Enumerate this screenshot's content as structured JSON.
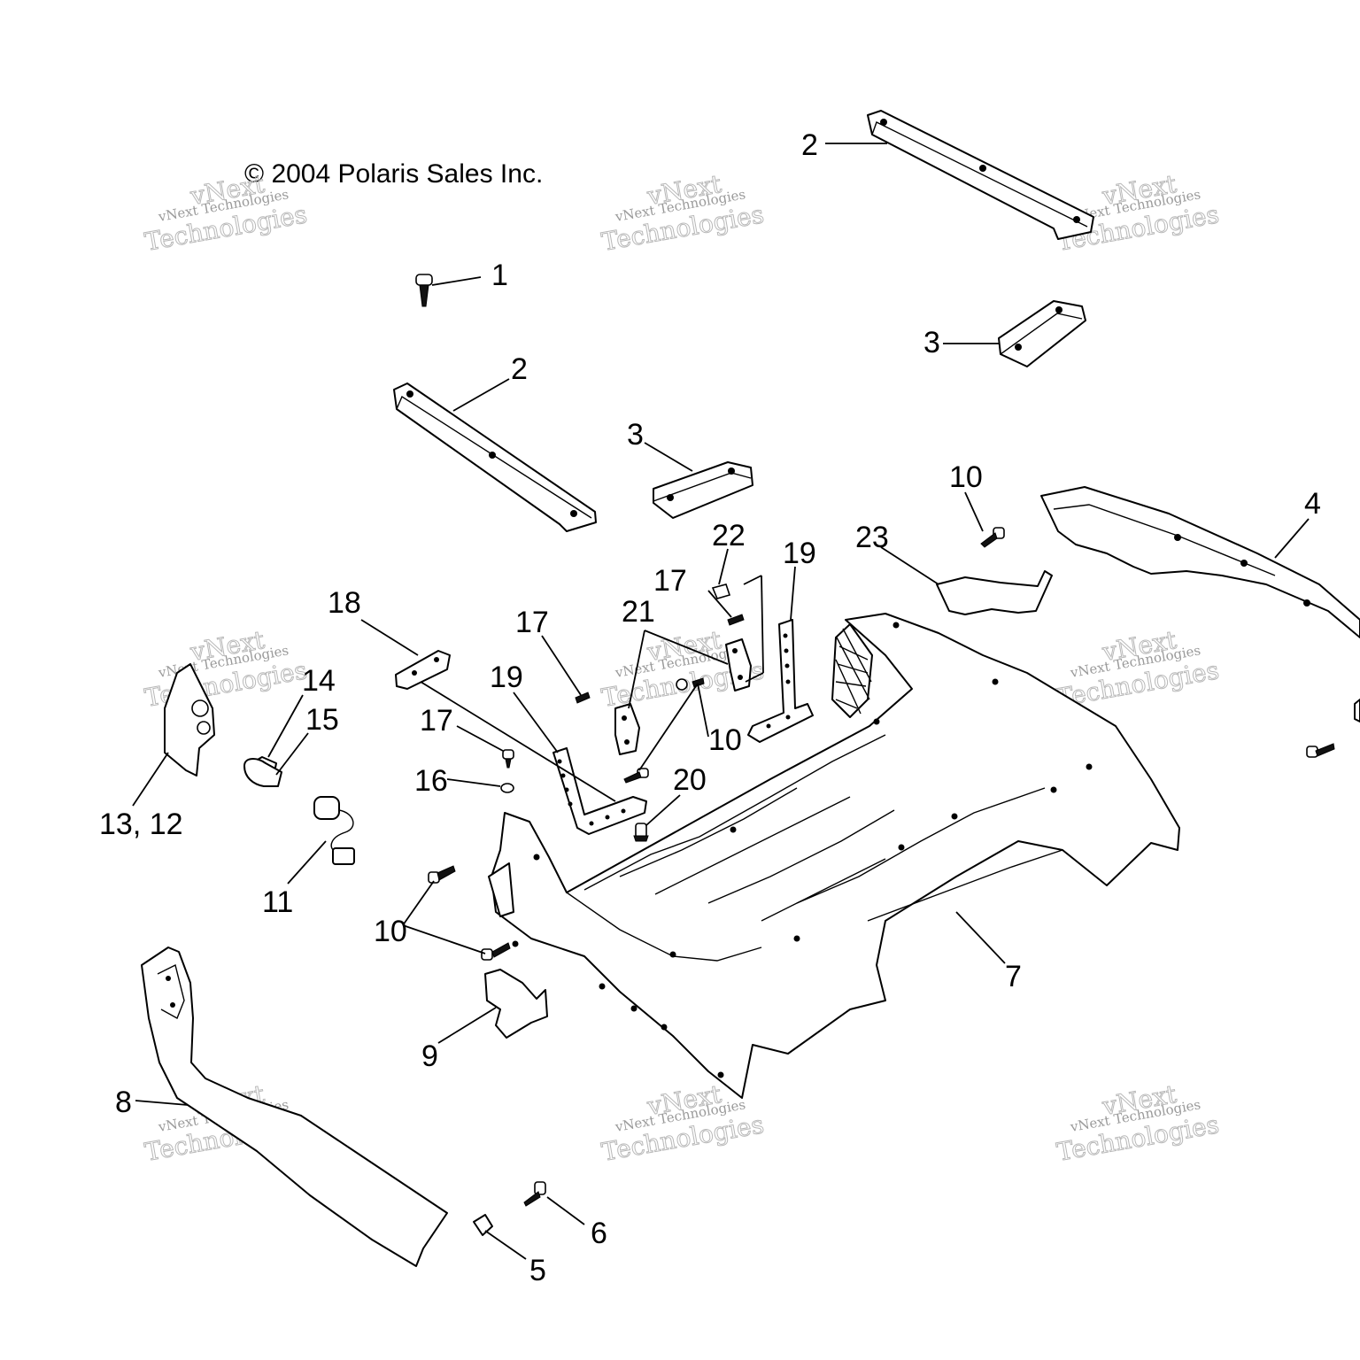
{
  "copyright": "© 2004 Polaris Sales Inc.",
  "watermark": {
    "line1": "vNext Technologies",
    "line2": "vNext",
    "line3": "Technologies"
  },
  "callouts": {
    "c1": "1",
    "c2a": "2",
    "c2b": "2",
    "c3a": "3",
    "c3b": "3",
    "c4": "4",
    "c5": "5",
    "c6": "6",
    "c7": "7",
    "c8": "8",
    "c9": "9",
    "c10a": "10",
    "c10b": "10",
    "c10c": "10",
    "c11": "11",
    "c13_12": "13, 12",
    "c14": "14",
    "c15": "15",
    "c16": "16",
    "c17a": "17",
    "c17b": "17",
    "c17c": "17",
    "c18": "18",
    "c19a": "19",
    "c19b": "19",
    "c20": "20",
    "c21": "21",
    "c22": "22",
    "c23": "23"
  }
}
